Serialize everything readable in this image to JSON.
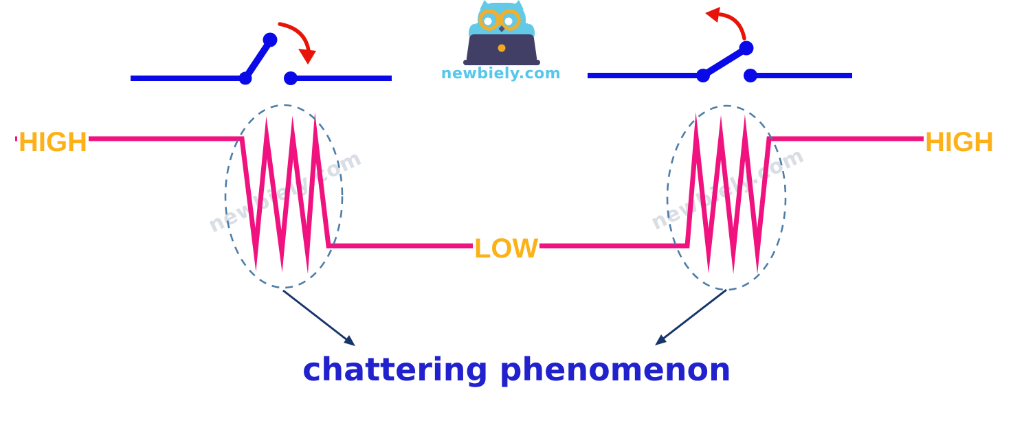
{
  "page": {
    "caption": "chattering phenomenon",
    "background": "#ffffff"
  },
  "brand": {
    "logo_text": "newbiely.com"
  },
  "watermark": {
    "text": "newbiely.com"
  },
  "signal": {
    "left_level_label": "HIGH",
    "middle_level_label": "LOW",
    "right_level_label": "HIGH",
    "sequence": [
      "HIGH",
      "chattering",
      "LOW",
      "chattering",
      "HIGH"
    ],
    "bounce_regions": 2
  },
  "switches": {
    "left": {
      "state": "open",
      "action": "closing"
    },
    "right": {
      "state": "open",
      "action": "opening"
    }
  },
  "colors": {
    "signal_pink": "#F0127E",
    "level_label_orange": "#FBB117",
    "switch_blue": "#0A0AE8",
    "red_arrow": "#E81409",
    "pointer_navy": "#17356B",
    "ellipse_dash_blue": "#4D7EA8",
    "caption_blue": "#2121CE",
    "brand_cyan": "#56C7EA",
    "laptop_navy": "#413F66",
    "owl_blue": "#62C9E6",
    "glasses_yellow": "#EFAF2F",
    "watermark_gray": "#D9DDE4"
  }
}
